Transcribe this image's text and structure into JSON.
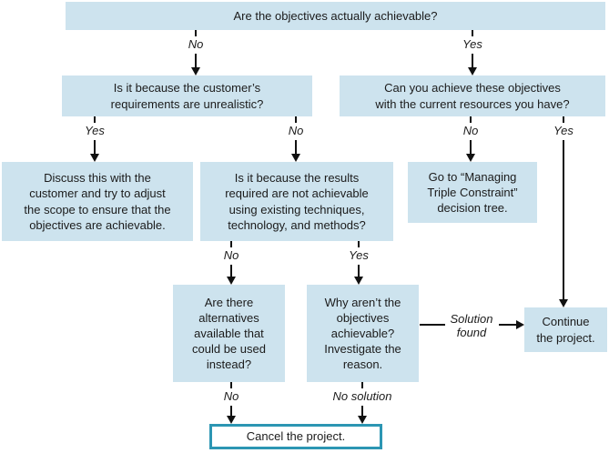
{
  "colors": {
    "node_fill": "#cde3ee",
    "cancel_border": "#2c96b3",
    "connector": "#111111",
    "text": "#1b1b1b",
    "background": "#ffffff"
  },
  "nodes": {
    "root": {
      "text": "Are the objectives actually achievable?"
    },
    "customer_requirements": {
      "text": [
        "Is it because the customer’s",
        "requirements are unrealistic?"
      ]
    },
    "current_resources": {
      "text": [
        "Can you achieve these objectives",
        "with the current resources you have?"
      ]
    },
    "discuss_customer": {
      "text": [
        "Discuss this with the",
        "customer and try to adjust",
        "the scope to ensure that the",
        "objectives are achievable."
      ]
    },
    "results_achievable": {
      "text": [
        "Is it because the results",
        "required are not achievable",
        "using existing techniques,",
        "technology, and methods?"
      ]
    },
    "triple_constraint": {
      "text": [
        "Go to “Managing",
        "Triple Constraint”",
        "decision tree."
      ]
    },
    "alternatives": {
      "text": [
        "Are there",
        "alternatives",
        "available that",
        "could be used",
        "instead?"
      ]
    },
    "why_not_achievable": {
      "text": [
        "Why aren’t the",
        "objectives",
        "achievable?",
        "Investigate the",
        "reason."
      ]
    },
    "continue_project": {
      "text": [
        "Continue",
        "the project."
      ]
    },
    "cancel_project": {
      "text": "Cancel the project."
    }
  },
  "edge_labels": {
    "root_no": "No",
    "root_yes": "Yes",
    "customer_yes": "Yes",
    "customer_no": "No",
    "resources_no": "No",
    "resources_yes": "Yes",
    "results_no": "No",
    "results_yes": "Yes",
    "alternatives_no": "No",
    "why_no_solution": "No solution",
    "solution_found": [
      "Solution",
      "found"
    ]
  }
}
